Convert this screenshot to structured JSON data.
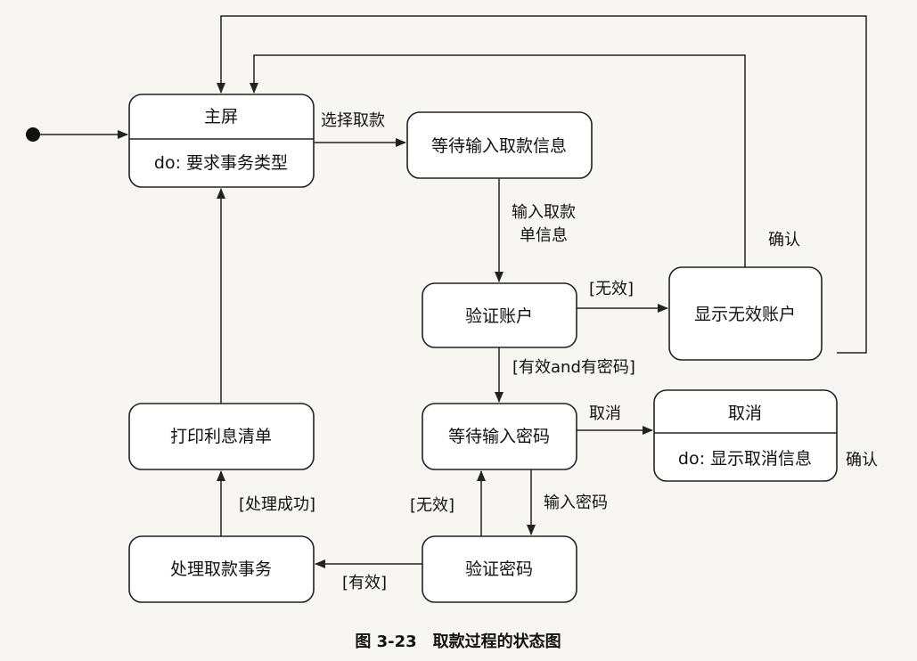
{
  "diagram": {
    "states": {
      "main_screen": {
        "name": "主屏",
        "activity": "do: 要求事务类型"
      },
      "wait_withdraw_info": {
        "name": "等待输入取款信息"
      },
      "verify_account": {
        "name": "验证账户"
      },
      "show_invalid_account": {
        "name": "显示无效账户"
      },
      "wait_password": {
        "name": "等待输入密码"
      },
      "cancel": {
        "name": "取消",
        "activity": "do: 显示取消信息"
      },
      "print_interest": {
        "name": "打印利息清单"
      },
      "process_withdraw": {
        "name": "处理取款事务"
      },
      "verify_password": {
        "name": "验证密码"
      }
    },
    "transitions": {
      "select_withdraw": "选择取款",
      "input_slip_line1": "输入取款",
      "input_slip_line2": "单信息",
      "invalid_account": "[无效]",
      "valid_and_password": "[有效and有密码]",
      "cancel": "取消",
      "input_password": "输入密码",
      "invalid_password": "[无效]",
      "valid_password": "[有效]",
      "process_success": "[处理成功]",
      "confirm_invalid": "确认",
      "confirm_cancel": "确认"
    },
    "caption": "图 3-23　取款过程的状态图"
  }
}
